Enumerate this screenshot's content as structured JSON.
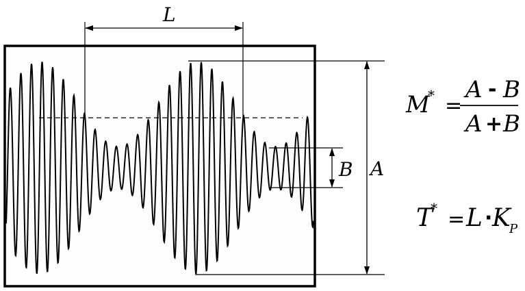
{
  "labels": {
    "L": "L",
    "A": "A",
    "B": "B"
  },
  "formula_m": {
    "lhs": "M",
    "star": "*",
    "eq": "=",
    "num_a": "A",
    "num_op": "-",
    "num_b": "B",
    "den_a": "A",
    "den_op": "+",
    "den_b": "B"
  },
  "formula_t": {
    "lhs": "T",
    "star": "*",
    "eq": "=",
    "l": "L",
    "dot": "·",
    "k": "K",
    "sub": "P"
  },
  "colors": {
    "ink": "#000000",
    "screen_bg": "#fdfdfd"
  }
}
